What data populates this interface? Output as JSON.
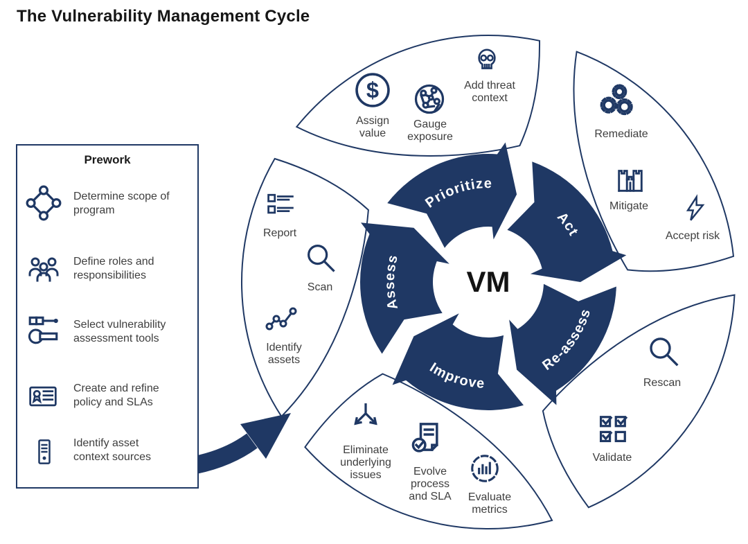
{
  "title": "The Vulnerability Management Cycle",
  "colors": {
    "navy": "#1f3864",
    "label_text": "#3e3e3e",
    "title_text": "#161616",
    "background": "#ffffff"
  },
  "icons": {
    "dollar_glyph": "$"
  },
  "prework": {
    "title": "Prework",
    "items": [
      {
        "icon": "scope-network-icon",
        "label": "Determine scope of program"
      },
      {
        "icon": "team-roles-icon",
        "label": "Define roles and responsibilities"
      },
      {
        "icon": "assessment-tools-icon",
        "label": "Select vulnerability assessment tools"
      },
      {
        "icon": "policy-sla-icon",
        "label": "Create and refine policy and SLAs"
      },
      {
        "icon": "asset-context-icon",
        "label": "Identify asset context sources"
      }
    ]
  },
  "cycle": {
    "center_label": "VM",
    "phases": [
      {
        "label": "Assess",
        "activities": [
          {
            "icon": "report-icon",
            "label": "Report"
          },
          {
            "icon": "scan-magnifier-icon",
            "label": "Scan"
          },
          {
            "icon": "identify-assets-icon",
            "label": "Identify assets"
          }
        ]
      },
      {
        "label": "Prioritize",
        "activities": [
          {
            "icon": "assign-value-dollar-icon",
            "label": "Assign value"
          },
          {
            "icon": "gauge-exposure-globe-icon",
            "label": "Gauge exposure"
          },
          {
            "icon": "threat-skull-icon",
            "label": "Add threat context"
          }
        ]
      },
      {
        "label": "Act",
        "activities": [
          {
            "icon": "remediate-gears-icon",
            "label": "Remediate"
          },
          {
            "icon": "mitigate-fortress-icon",
            "label": "Mitigate"
          },
          {
            "icon": "accept-risk-bolt-icon",
            "label": "Accept risk"
          }
        ]
      },
      {
        "label": "Re-assess",
        "activities": [
          {
            "icon": "rescan-magnifier-icon",
            "label": "Rescan"
          },
          {
            "icon": "validate-checkboxes-icon",
            "label": "Validate"
          }
        ]
      },
      {
        "label": "Improve",
        "activities": [
          {
            "icon": "eliminate-issues-icon",
            "label": "Eliminate underlying issues"
          },
          {
            "icon": "evolve-process-icon",
            "label": "Evolve process and SLA"
          },
          {
            "icon": "evaluate-metrics-icon",
            "label": "Evaluate metrics"
          }
        ]
      }
    ]
  }
}
